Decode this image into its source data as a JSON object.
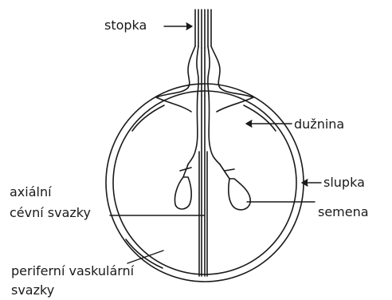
{
  "colors": {
    "line": "#1a1a1a",
    "background": "#ffffff"
  },
  "labels": {
    "stopka": "stopka",
    "duznina": "dužnina",
    "axialni_line1": "axiální",
    "axialni_line2": "cévní svazky",
    "slupka": "slupka",
    "semena": "semena",
    "periferni_line1": "periferní vaskulární",
    "periferni_line2": "svazky"
  }
}
